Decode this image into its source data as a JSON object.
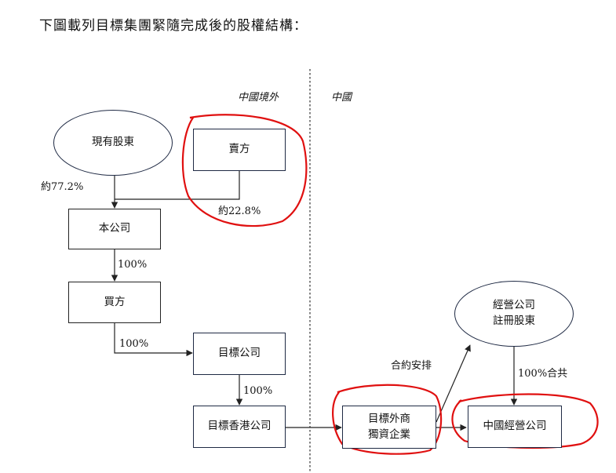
{
  "caption": "下圖載列目標集團緊隨完成後的股權結構：",
  "regions": {
    "offshore": "中國境外",
    "prc": "中國"
  },
  "nodes": {
    "existing_shareholders": "現有股東",
    "seller": "賣方",
    "company": "本公司",
    "purchaser": "買方",
    "target_company": "目標公司",
    "target_hk": "目標香港公司",
    "target_wfoe_line1": "目標外商",
    "target_wfoe_line2": "獨資企業",
    "opco": "中國經營公司",
    "registered_line1": "經營公司",
    "registered_line2": "註冊股東"
  },
  "labels": {
    "pct_existing": "約77.2%",
    "pct_seller": "約22.8%",
    "pct_company_purchaser": "100%",
    "pct_purchaser_target": "100%",
    "pct_target_hk": "100%",
    "contractual": "合約安排",
    "pct_registered": "100%合共"
  },
  "colors": {
    "annotation": "#e01010",
    "line": "#222222",
    "border_dark": "#1f2a44"
  }
}
